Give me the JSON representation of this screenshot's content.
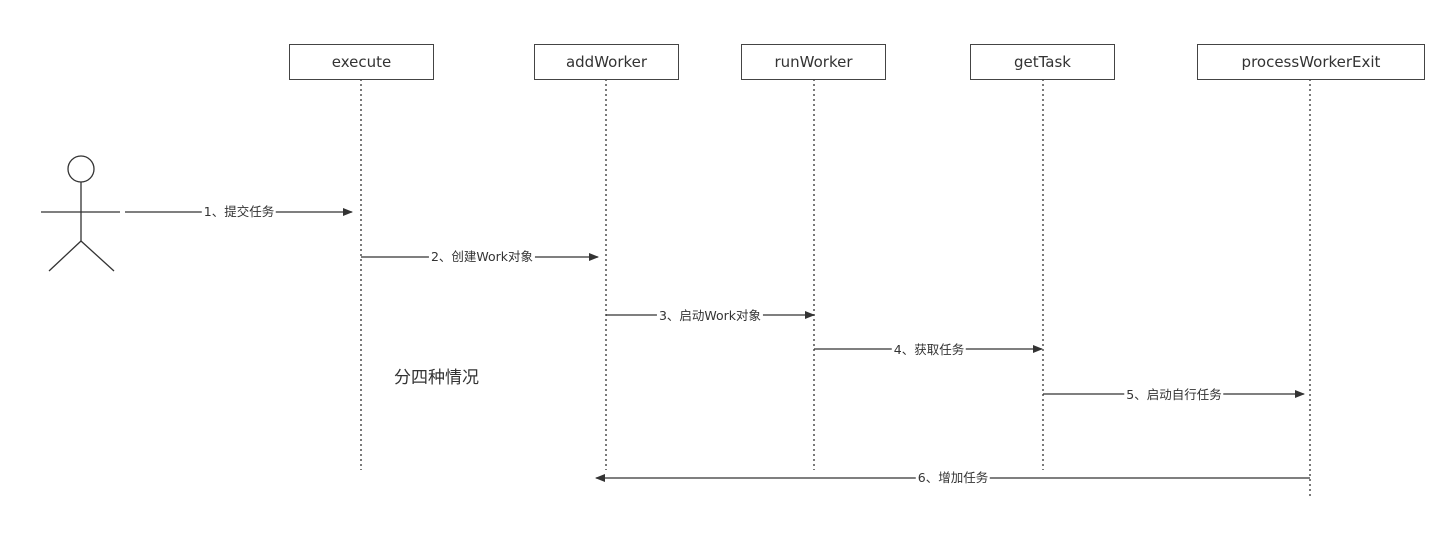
{
  "participants": [
    {
      "id": "execute",
      "label": "execute"
    },
    {
      "id": "addWorker",
      "label": "addWorker"
    },
    {
      "id": "runWorker",
      "label": "runWorker"
    },
    {
      "id": "getTask",
      "label": "getTask"
    },
    {
      "id": "processWorkerExit",
      "label": "processWorkerExit"
    }
  ],
  "messages": [
    {
      "label": "1、提交任务",
      "from": "actor",
      "to": "execute"
    },
    {
      "label": "2、创建Work对象",
      "from": "execute",
      "to": "addWorker"
    },
    {
      "label": "3、启动Work对象",
      "from": "addWorker",
      "to": "runWorker"
    },
    {
      "label": "4、获取任务",
      "from": "runWorker",
      "to": "getTask"
    },
    {
      "label": "5、启动自行任务",
      "from": "getTask",
      "to": "processWorkerExit"
    },
    {
      "label": "6、增加任务",
      "from": "processWorkerExit",
      "to": "addWorker"
    }
  ],
  "note": "分四种情况",
  "colors": {
    "line": "#333333",
    "box_border": "#444444"
  }
}
